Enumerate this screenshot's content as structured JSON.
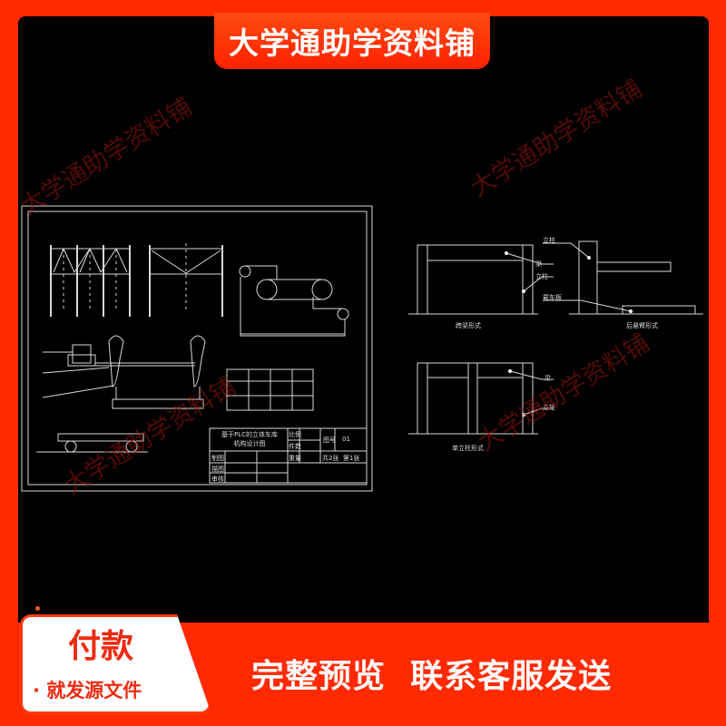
{
  "header": {
    "shop_name": "大学通助学资料铺"
  },
  "colors": {
    "brand_red": "#ff2a00",
    "canvas": "#000000",
    "cad_line": "#dcdcdc",
    "cad_text": "#e6d070",
    "watermark": "#961408"
  },
  "watermarks": [
    "大学通助学资料铺",
    "大学通助学资料铺",
    "大学通助学资料铺",
    "大学通助学资料铺",
    "大学通助学资料铺"
  ],
  "drawing": {
    "title_block": {
      "title_line1": "基于PLC的立体车库",
      "title_line2": "机构设计图",
      "scale_label": "比例",
      "count_label": "件数",
      "weight_label": "重量",
      "drawing_no_label": "图号",
      "drawing_no": "01",
      "sheet_info": "共2张  第1张",
      "drawn_by": "制图",
      "traced_by": "描图",
      "checked_by": "审核"
    },
    "right_views": {
      "span_beam": {
        "caption": "跨梁形式",
        "labels": [
          "梁",
          "立柱"
        ]
      },
      "rear_cantilever": {
        "caption": "后悬臂形式",
        "labels": [
          "立柱",
          "载车板"
        ]
      },
      "single_column": {
        "caption": "单立柱形式",
        "labels": [
          "梁",
          "立柱"
        ]
      }
    }
  },
  "footer": {
    "pay_title": "付款",
    "pay_subtitle": "· 就发源文件",
    "cta": "完整预览  联系客服发送"
  }
}
